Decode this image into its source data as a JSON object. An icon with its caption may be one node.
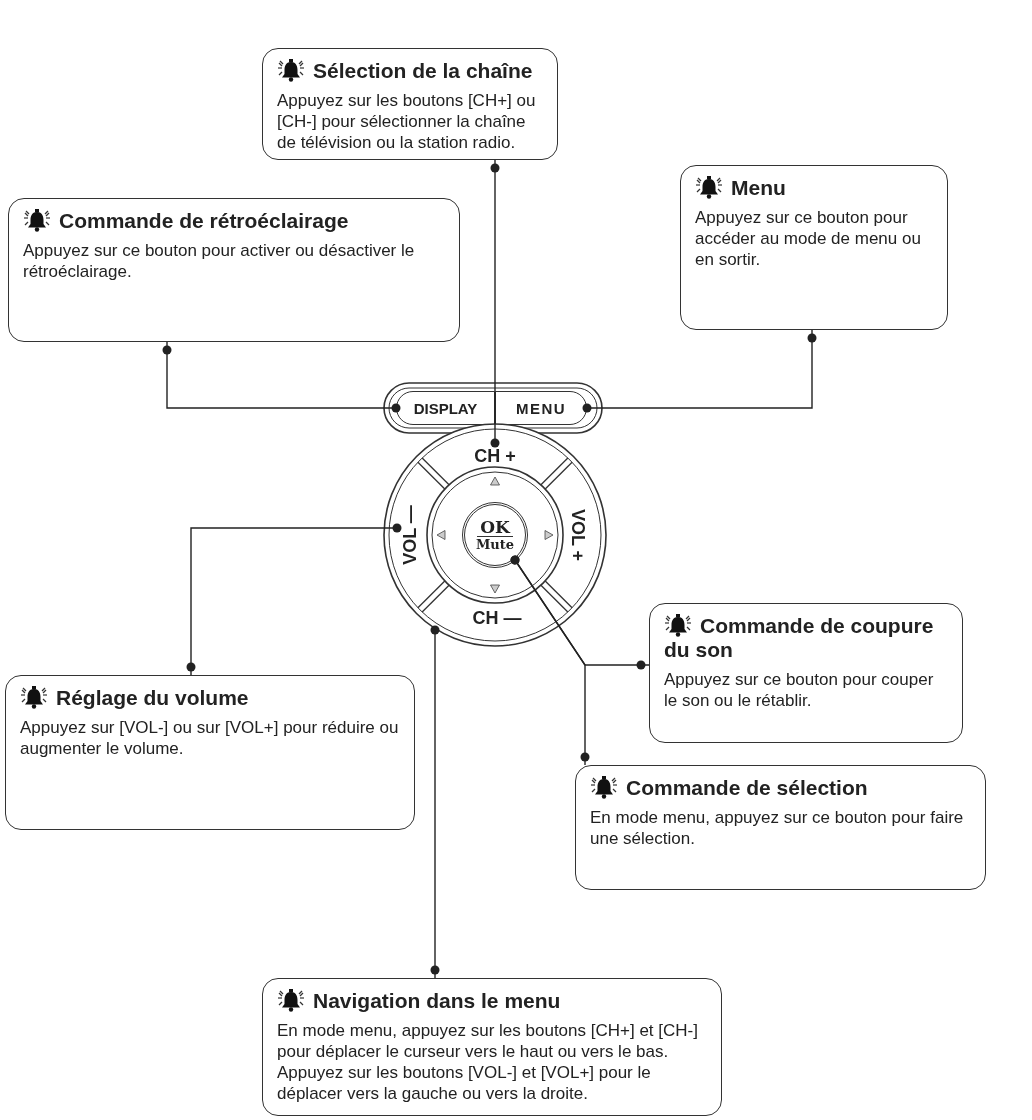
{
  "diagram": {
    "nodes": [
      {
        "text": [
          "Sélection de la chaîne",
          "Appuyez sur les boutons [CH+] ou [CH-] pour sélectionner la chaîne de télévision ou la station radio."
        ]
      },
      {
        "text": [
          "Commande de rétroéclairage",
          "Appuyez sur ce bouton pour activer ou désactiver le rétroéclairage."
        ]
      },
      {
        "text": [
          "Menu",
          "Appuyez sur ce bouton pour accéder au mode de menu ou en sortir."
        ]
      },
      {
        "text": [
          "DISPLAY"
        ]
      },
      {
        "text": [
          "MENU"
        ]
      },
      {
        "text": [],
        "shape": "circle"
      },
      {
        "text": [
          "CH +"
        ],
        "in": 5
      },
      {
        "text": [
          "VOL —"
        ],
        "in": 5
      },
      {
        "text": [
          "VOL +"
        ],
        "in": 5
      },
      {
        "text": [
          "CH —"
        ],
        "in": 5
      },
      {
        "text": [
          "OK",
          "Mute"
        ],
        "in": 5
      },
      {
        "text": [
          "Commande de coupure du son",
          "Appuyez sur ce bouton pour couper le son ou le rétablir."
        ]
      },
      {
        "text": [
          "Réglage du volume",
          "Appuyez sur [VOL-] ou sur [VOL+] pour réduire ou augmenter le volume."
        ]
      },
      {
        "text": [
          "Commande de sélection",
          "En mode menu, appuyez sur ce bouton pour faire une sélection."
        ]
      },
      {
        "text": [
          "Navigation dans le menu",
          "En mode menu, appuyez sur les boutons [CH+] et [CH-] pour déplacer le curseur vers le haut ou vers le bas. Appuyez sur les boutons [VOL-] et [VOL+] pour le déplacer vers la gauche ou vers la droite."
        ]
      }
    ],
    "edges": [
      {
        "from": 0,
        "to": 6,
        "arrow": "other"
      },
      {
        "from": 1,
        "to": 3,
        "arrow": "other"
      },
      {
        "from": 2,
        "to": 4,
        "arrow": "other"
      },
      {
        "from": 12,
        "to": 7,
        "arrow": "other"
      },
      {
        "from": 11,
        "to": 10,
        "arrow": "other"
      },
      {
        "from": 13,
        "to": 10,
        "arrow": "other"
      },
      {
        "from": 14,
        "to": 5,
        "arrow": "other"
      }
    ]
  }
}
